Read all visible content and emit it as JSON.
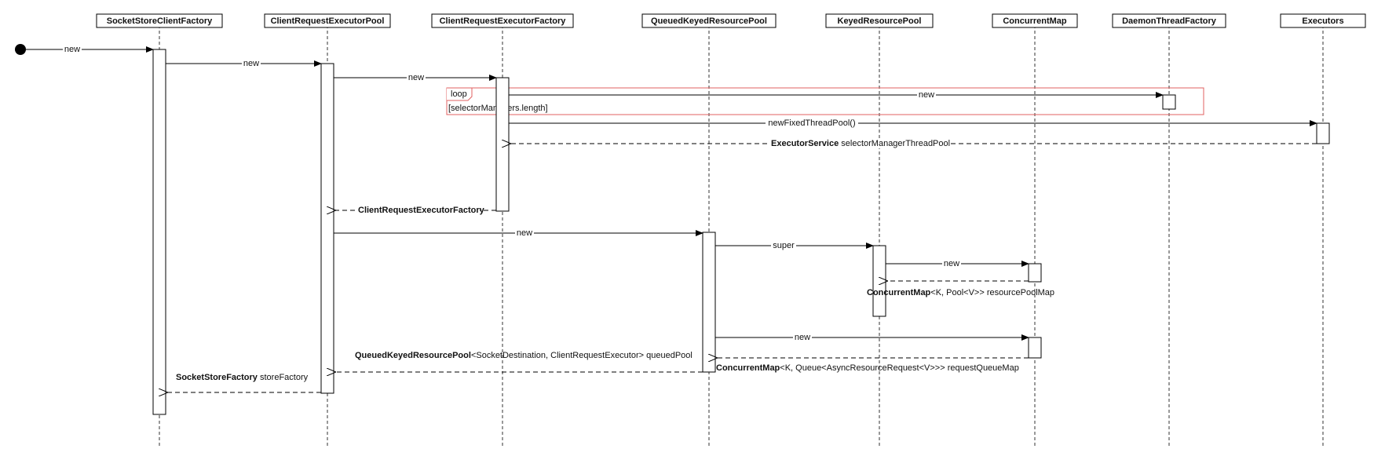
{
  "participants": [
    {
      "name": "SocketStoreClientFactory"
    },
    {
      "name": "ClientRequestExecutorPool"
    },
    {
      "name": "ClientRequestExecutorFactory"
    },
    {
      "name": "QueuedKeyedResourcePool"
    },
    {
      "name": "KeyedResourcePool"
    },
    {
      "name": "ConcurrentMap"
    },
    {
      "name": "DaemonThreadFactory"
    },
    {
      "name": "Executors"
    }
  ],
  "messages": {
    "m1": "new",
    "m2": "new",
    "m3": "new",
    "m4": "new",
    "m5": "newFixedThreadPool()",
    "m6_bold": "ExecutorService",
    "m6_rest": " selectorManagerThreadPool",
    "m7": "ClientRequestExecutorFactory",
    "m8": "new",
    "m9": "super",
    "m10": "new",
    "m11_bold": "ConcurrentMap",
    "m11_rest": "<K, Pool<V>> resourcePoolMap",
    "m12": "new",
    "m13_bold": "ConcurrentMap",
    "m13_rest": "<K, Queue<AsyncResourceRequest<V>>> requestQueueMap",
    "m14_bold": "QueuedKeyedResourcePool",
    "m14_rest": "<SocketDestination, ClientRequestExecutor>  queuedPool",
    "m15_bold": "SocketStoreFactory",
    "m15_rest": " storeFactory"
  },
  "loop": {
    "label": "loop",
    "guard": "[selectorManagers.length]",
    "color": "#e06060"
  },
  "colors": {
    "line": "#000000",
    "loop_border": "#e06060"
  }
}
